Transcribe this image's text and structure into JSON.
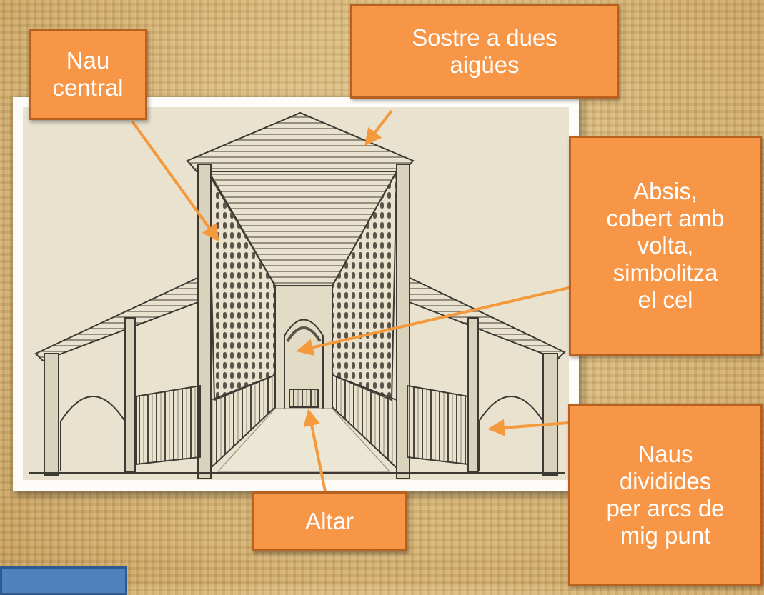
{
  "colors": {
    "label_fill": "#f79646",
    "label_border": "#b8601f",
    "arrow": "#f59a3c",
    "sketch_bg": "#e8e2cf",
    "ink": "#3d3a33",
    "blue_tab": "#4f81bd"
  },
  "labels": {
    "nau_central": [
      "Nau",
      "central"
    ],
    "sostre": [
      "Sostre a dues",
      "aigües"
    ],
    "absis": [
      "Absis,",
      "cobert amb",
      "volta,",
      "simbolitza",
      "el cel"
    ],
    "naus": [
      "Naus",
      "dividides",
      "per arcs de",
      "mig punt"
    ],
    "altar": [
      "Altar"
    ]
  },
  "icons": {
    "bottom_tab": "blue-button-tab"
  }
}
